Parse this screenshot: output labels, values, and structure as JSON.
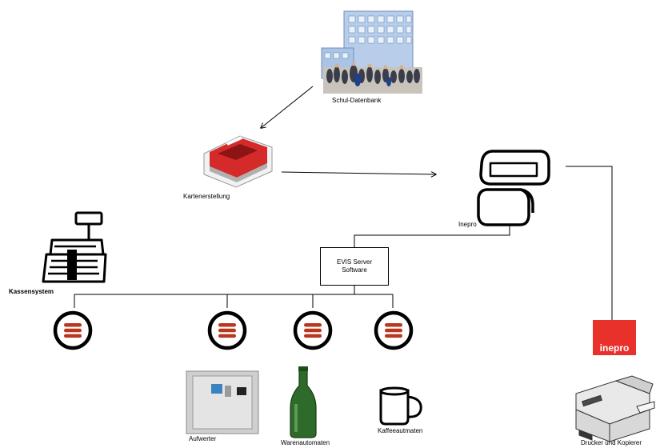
{
  "nodes": {
    "school_db": "Schul-Datenbank",
    "card_creation": "Kartenerstellung",
    "computer": "Inepro",
    "server_line1": "EVIS Server",
    "server_line2": "Software",
    "cash_register": "Kassensystem",
    "top_up": "Aufwerter",
    "vending": "Warenautomaten",
    "coffee": "Kaffeeautmaten",
    "printer": "Drucker und Kopierer"
  },
  "brand_logo": {
    "text": "inepro",
    "color": "#e8312a"
  },
  "colors": {
    "card_printer": "#d42a2a",
    "reader_bars": "#b8371f",
    "building": "#a9c4e6",
    "bottle": "#2e6b2a"
  },
  "icons": [
    "building-photo",
    "card-printer-icon",
    "computer-icon",
    "cash-register-icon",
    "card-reader-icon",
    "top-up-machine-icon",
    "bottle-icon",
    "coffee-mug-icon",
    "copier-icon"
  ]
}
